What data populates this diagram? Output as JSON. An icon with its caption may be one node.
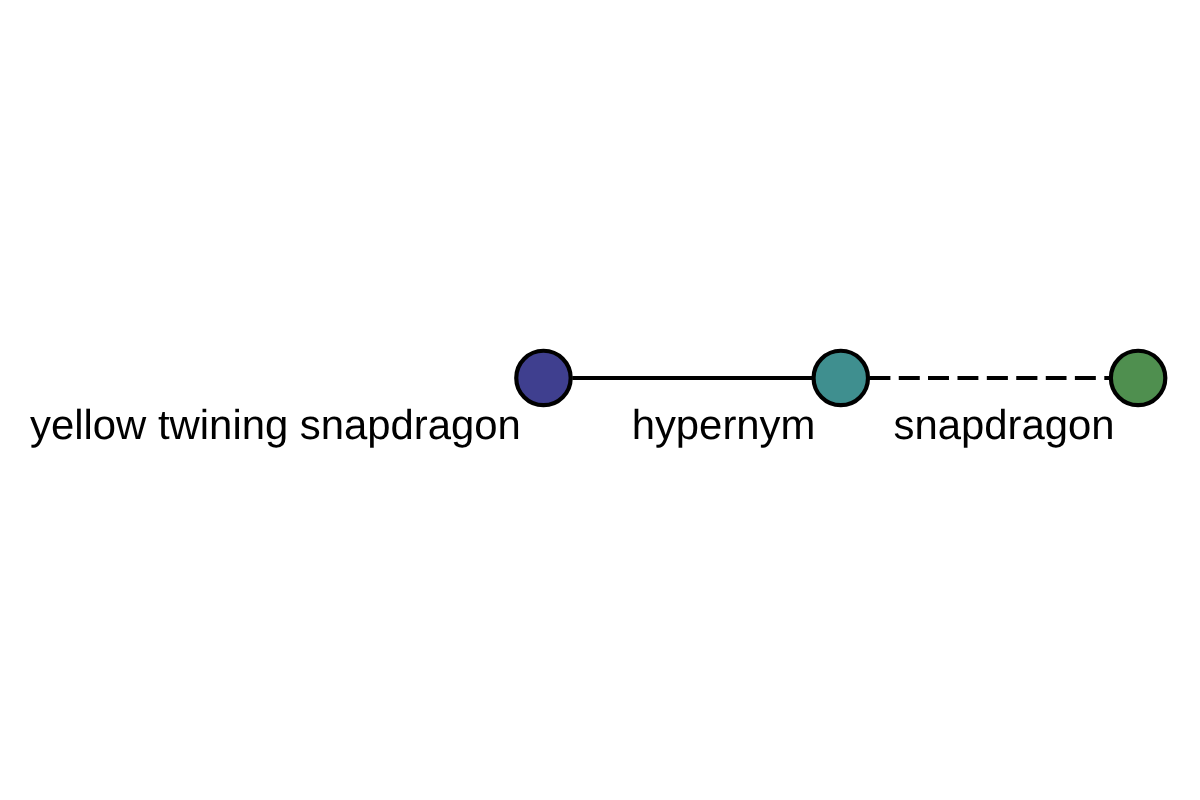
{
  "diagram": {
    "nodes": [
      {
        "text": [],
        "shape": "circle",
        "beside": [
          "yellow twining snapdragon"
        ]
      },
      {
        "text": [],
        "shape": "circle",
        "beside": [
          "hypernym"
        ]
      },
      {
        "text": [],
        "shape": "circle",
        "beside": [
          "snapdragon"
        ]
      }
    ],
    "edges": [
      {
        "from": 0,
        "to": 1,
        "arrow": "none"
      },
      {
        "from": 1,
        "to": 2,
        "arrow": "none",
        "style": "dashed"
      }
    ]
  }
}
